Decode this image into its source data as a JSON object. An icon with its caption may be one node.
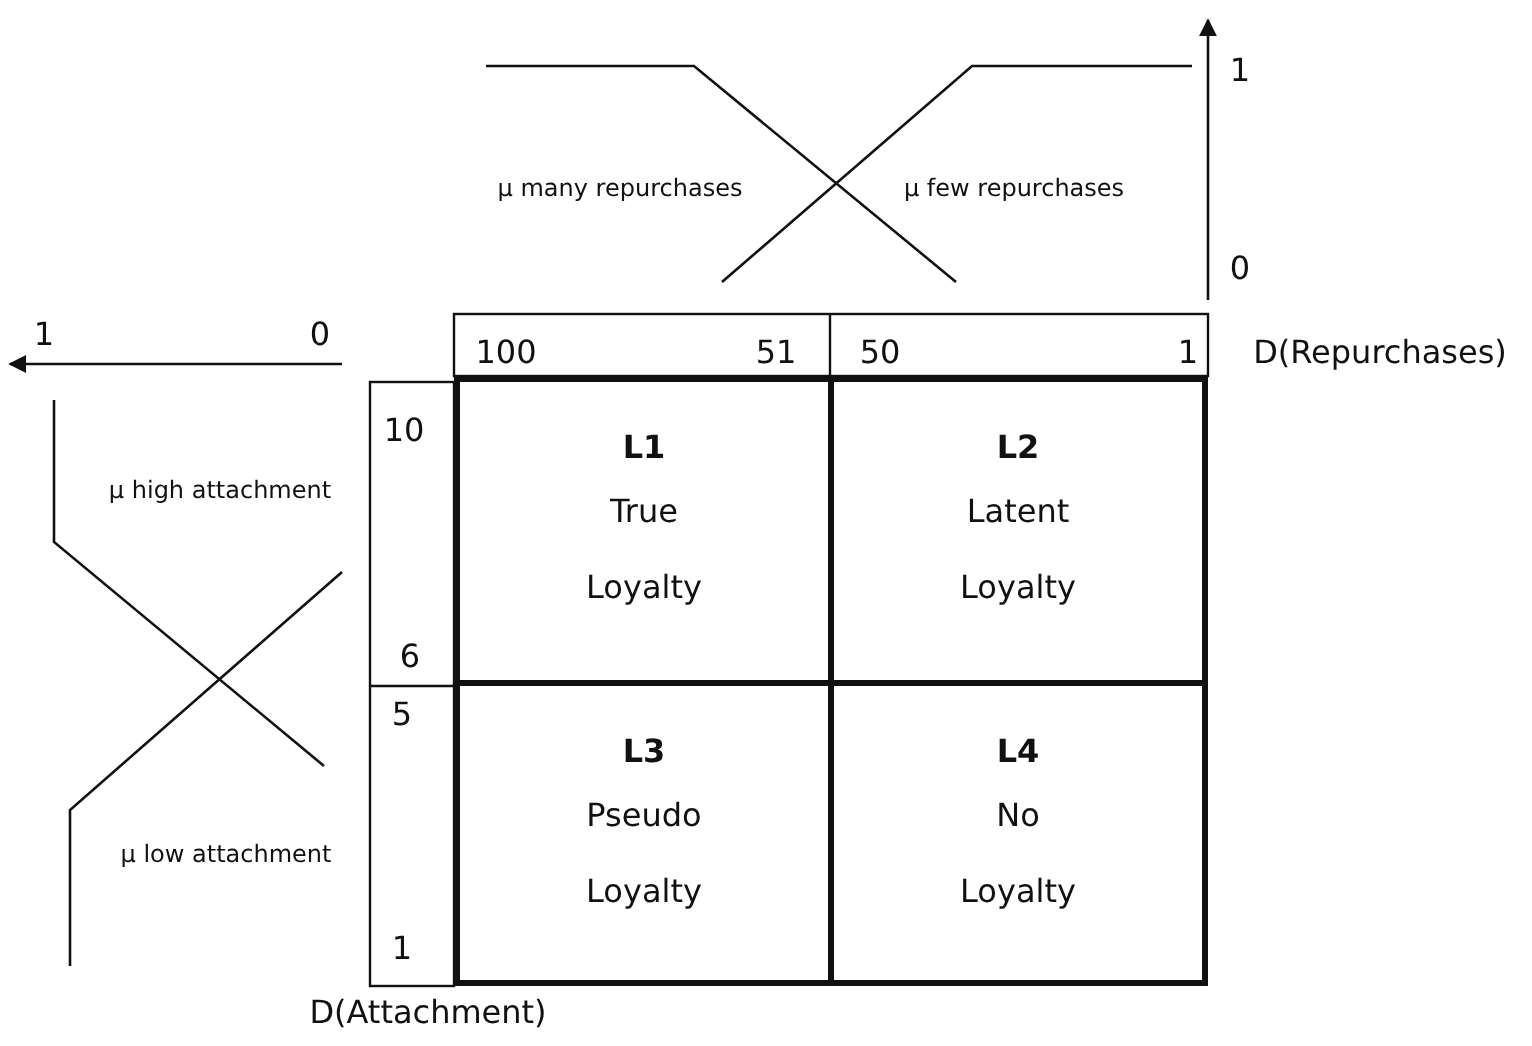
{
  "diagram": {
    "nodes": [
      {
        "text": [
          "L1",
          "True Loyalty"
        ]
      },
      {
        "text": [
          "L2",
          "Latent Loyalty"
        ]
      },
      {
        "text": [
          "L3",
          "Pseudo Loyalty"
        ]
      },
      {
        "text": [
          "L4",
          "No Loyalty"
        ]
      }
    ],
    "labels": [
      "1",
      "µ many repurchases",
      "µ few repurchases",
      "0",
      "1",
      "0",
      "100",
      "51",
      "50",
      "1",
      "D(Repurchases)",
      "10",
      "µ high attachment",
      "6",
      "5",
      "µ low attachment",
      "1",
      "D(Attachment)"
    ]
  }
}
